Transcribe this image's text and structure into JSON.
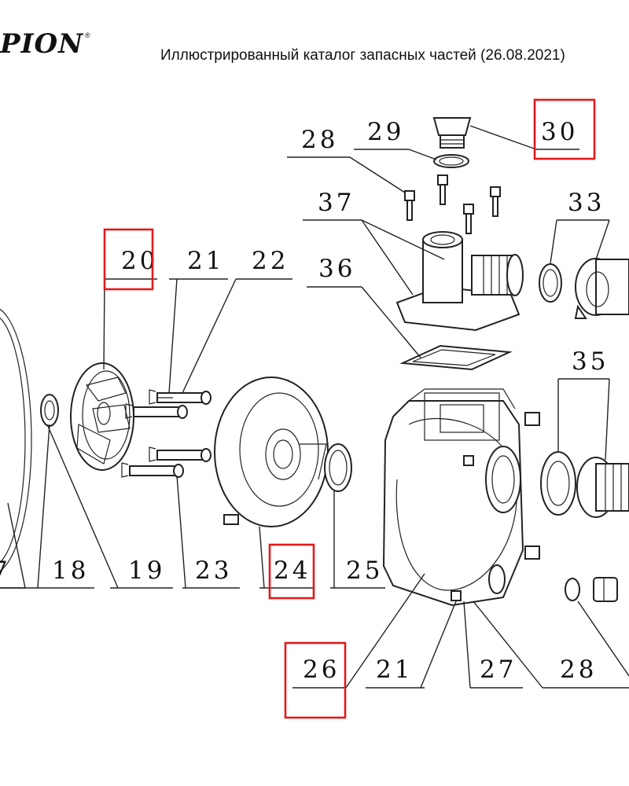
{
  "header": {
    "brand": "PION",
    "brand_mark": "®",
    "title": "Иллюстрированный каталог запасных частей (26.08.2021)"
  },
  "callouts": {
    "n7": "7",
    "n18": "18",
    "n19": "19",
    "n20": "20",
    "n21a": "21",
    "n21b": "21",
    "n22": "22",
    "n23": "23",
    "n24": "24",
    "n25": "25",
    "n26": "26",
    "n27": "27",
    "n28a": "28",
    "n28b": "28",
    "n29": "29",
    "n30": "30",
    "n33": "33",
    "n35": "35",
    "n36": "36",
    "n37": "37"
  },
  "highlighted_parts": [
    "20",
    "24",
    "26",
    "30"
  ],
  "colors": {
    "highlight": "#e3191b",
    "ink": "#222222"
  }
}
